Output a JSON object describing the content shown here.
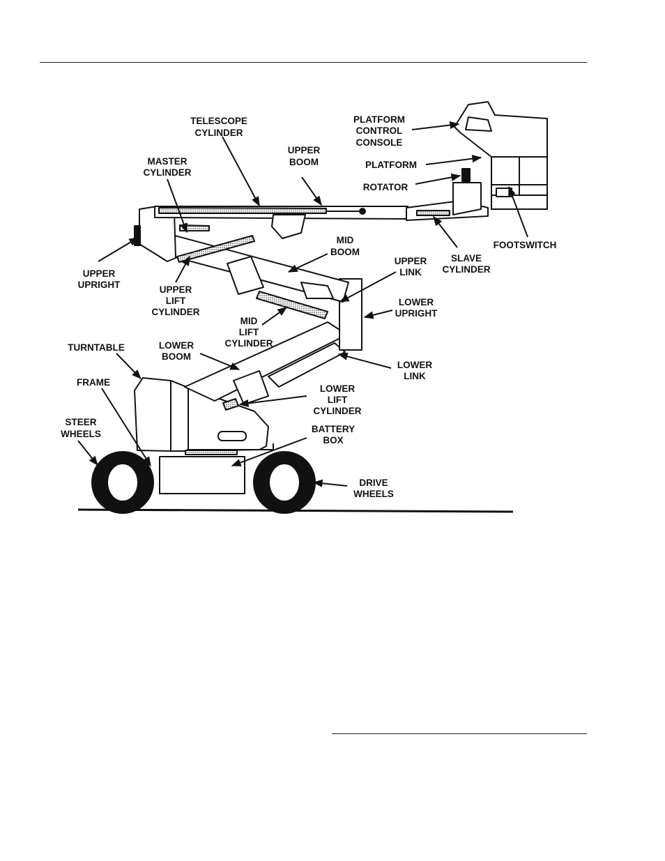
{
  "labels": {
    "telescope_cylinder": [
      "TELESCOPE",
      "CYLINDER"
    ],
    "platform_control_console": [
      "PLATFORM",
      "CONTROL",
      "CONSOLE"
    ],
    "upper_boom": [
      "UPPER",
      "BOOM"
    ],
    "master_cylinder": [
      "MASTER",
      "CYLINDER"
    ],
    "platform": [
      "PLATFORM"
    ],
    "rotator": [
      "ROTATOR"
    ],
    "mid_boom": [
      "MID",
      "BOOM"
    ],
    "footswitch": [
      "FOOTSWITCH"
    ],
    "upper_upright": [
      "UPPER",
      "UPRIGHT"
    ],
    "upper_link": [
      "UPPER",
      "LINK"
    ],
    "slave_cylinder": [
      "SLAVE",
      "CYLINDER"
    ],
    "upper_lift_cylinder": [
      "UPPER",
      "LIFT",
      "CYLINDER"
    ],
    "lower_upright": [
      "LOWER",
      "UPRIGHT"
    ],
    "mid_lift_cylinder": [
      "MID",
      "LIFT",
      "CYLINDER"
    ],
    "turntable": [
      "TURNTABLE"
    ],
    "lower_boom": [
      "LOWER",
      "BOOM"
    ],
    "lower_link": [
      "LOWER",
      "LINK"
    ],
    "frame": [
      "FRAME"
    ],
    "lower_lift_cylinder": [
      "LOWER",
      "LIFT",
      "CYLINDER"
    ],
    "steer_wheels": [
      "STEER",
      "WHEELS"
    ],
    "battery_box": [
      "BATTERY",
      "BOX"
    ],
    "drive_wheels": [
      "DRIVE",
      "WHEELS"
    ]
  }
}
